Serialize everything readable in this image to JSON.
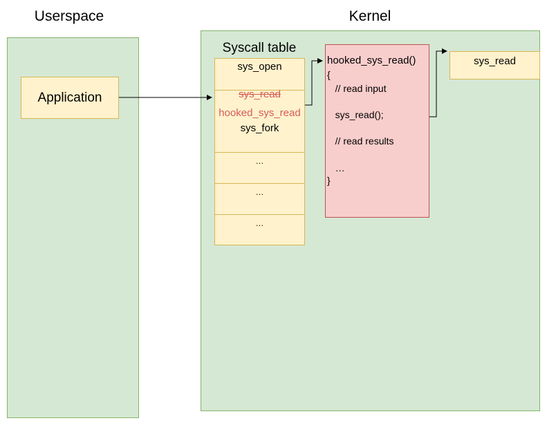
{
  "regions": {
    "userspace_title": "Userspace",
    "kernel_title": "Kernel"
  },
  "application": {
    "label": "Application"
  },
  "syscall_table": {
    "title": "Syscall table",
    "entries": [
      "sys_open",
      "sys_read",
      "hooked_sys_read",
      "sys_fork",
      "…",
      "…",
      "…"
    ]
  },
  "hook_function": {
    "lines": [
      "hooked_sys_read()",
      "{",
      "   // read input",
      "   sys_read();",
      "   // read results",
      "   …",
      "}"
    ]
  },
  "target": {
    "label": "sys_read"
  },
  "colors": {
    "zone_fill": "#d5e8d4",
    "zone_stroke": "#82b366",
    "box_fill": "#fff2cc",
    "box_stroke": "#d6b656",
    "hook_fill": "#f8cecc",
    "hook_stroke": "#b85450",
    "highlight_text": "#d65b5b"
  }
}
